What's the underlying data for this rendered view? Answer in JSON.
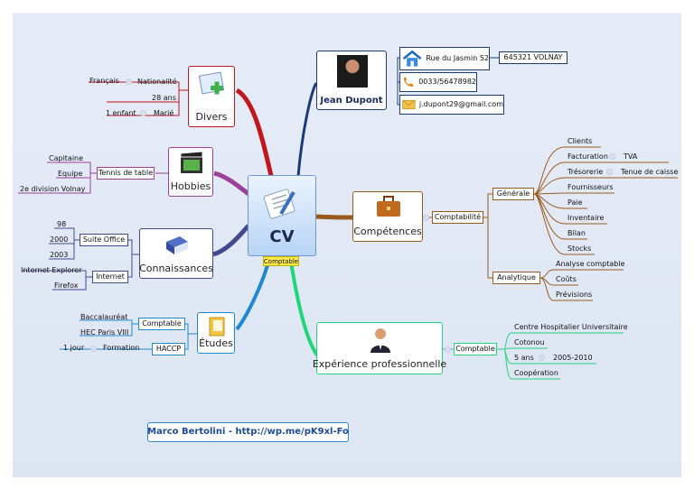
{
  "center": {
    "title": "CV",
    "badge": "Comptable"
  },
  "divers": {
    "label": "Divers",
    "items": [
      "Nationalité",
      "Français",
      "28 ans",
      "Marié",
      "1 enfant"
    ]
  },
  "hobbies": {
    "label": "Hobbies",
    "sub": "Tennis de table",
    "items": [
      "Capitaine",
      "Equipe",
      "2e division Volnay"
    ]
  },
  "connaissances": {
    "label": "Connaissances",
    "suite": "Suite Office",
    "suite_items": [
      "98",
      "2000",
      "2003"
    ],
    "internet": "Internet",
    "internet_items": [
      "Internet Explorer",
      "Firefox"
    ]
  },
  "etudes": {
    "label": "Études",
    "comptable": "Comptable",
    "comptable_items": [
      "Baccalauréat",
      "HEC Paris VIII"
    ],
    "haccp": "HACCP",
    "formation": "Formation",
    "formation_dur": "1 jour"
  },
  "person": {
    "name": "Jean Dupont",
    "address": "Rue du Jasmin 52",
    "city": "645321 VOLNAY",
    "phone": "0033/56478982",
    "email": "j.dupont29@gmail.com"
  },
  "competences": {
    "label": "Compétences",
    "sub": "Comptabilité",
    "generale": "Générale",
    "generale_items": [
      "Clients",
      "Facturation",
      "Trésorerie",
      "Fournisseurs",
      "Paie",
      "Inventaire",
      "Bilan",
      "Stocks"
    ],
    "facturation_sub": "TVA",
    "tresorerie_sub": "Tenue de caisse",
    "analytique": "Analytique",
    "analytique_items": [
      "Analyse comptable",
      "Coûts",
      "Prévisions"
    ]
  },
  "experience": {
    "label": "Expérience professionnelle",
    "sub": "Comptable",
    "items": [
      "Centre Hospitalier Universitaire",
      "Cotonou",
      "5 ans",
      "Coopération"
    ],
    "years": "2005-2010"
  },
  "credit": "Marco Bertolini - http://wp.me/pK9xl-Fo",
  "colors": {
    "divers": "#c0161c",
    "hobbies": "#9b3f9b",
    "connaissances": "#3f4a8f",
    "etudes": "#1e88d0",
    "person": "#1a3a7a",
    "competences": "#9a5a1e",
    "experience": "#1fd67a"
  }
}
